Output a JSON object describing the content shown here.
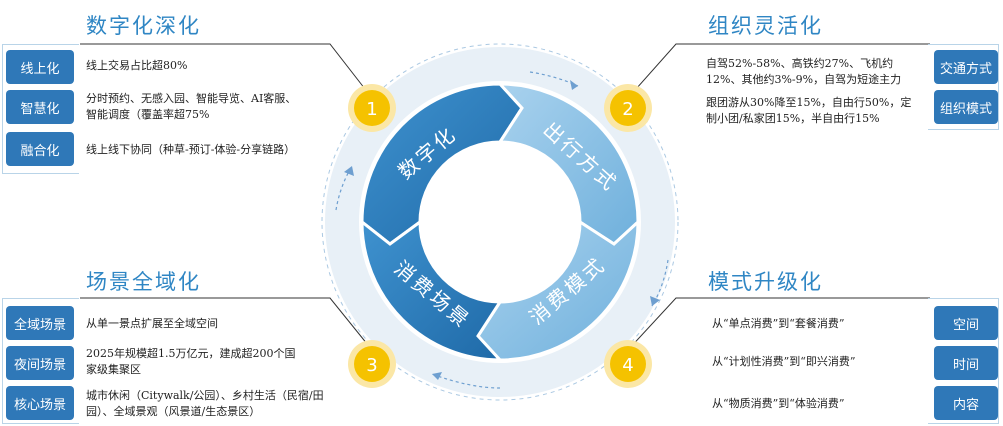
{
  "sections": {
    "digitization": {
      "title": "数字化深化",
      "number": "1",
      "rows": [
        {
          "tag": "线上化",
          "text": "线上交易占比超80%"
        },
        {
          "tag": "智慧化",
          "text": "分时预约、无感入园、智能导览、AI客服、智能调度（覆盖率超75%"
        },
        {
          "tag": "融合化",
          "text": "线上线下协同（种草-预订-体验-分享链路）"
        }
      ]
    },
    "organization": {
      "title": "组织灵活化",
      "number": "2",
      "rows": [
        {
          "tag": "交通方式",
          "text": "自驾52%-58%、高铁约27%、飞机约12%、其他约3%-9%，自驾为短途主力"
        },
        {
          "tag": "组织模式",
          "text": "跟团游从30%降至15%，自由行50%，定制小团/私家团15%，半自由行15%"
        }
      ]
    },
    "scene": {
      "title": "场景全域化",
      "number": "3",
      "rows": [
        {
          "tag": "全域场景",
          "text": "从单一景点扩展至全域空间"
        },
        {
          "tag": "夜间场景",
          "text": "2025年规模超1.5万亿元，建成超200个国家级集聚区"
        },
        {
          "tag": "核心场景",
          "text": "城市休闲（Citywalk/公园）、乡村生活（民宿/田园）、全域景观（风景道/生态景区）"
        }
      ]
    },
    "mode": {
      "title": "模式升级化",
      "number": "4",
      "rows": [
        {
          "tag": "空间",
          "text": "从“单点消费”到“套餐消费”"
        },
        {
          "tag": "时间",
          "text": "从“计划性消费”到“即兴消费”"
        },
        {
          "tag": "内容",
          "text": "从“物质消费”到“体验消费”"
        }
      ]
    }
  },
  "wheel": {
    "segments": [
      "数字化",
      "出行方式",
      "消费模式",
      "消费场景"
    ]
  },
  "colors": {
    "accent_blue": "#2f78b8",
    "title_blue": "#2f86c4",
    "badge_yellow": "#f5c200",
    "segment_dark": "#2e7fbb",
    "segment_light": "#8ec2e4"
  }
}
